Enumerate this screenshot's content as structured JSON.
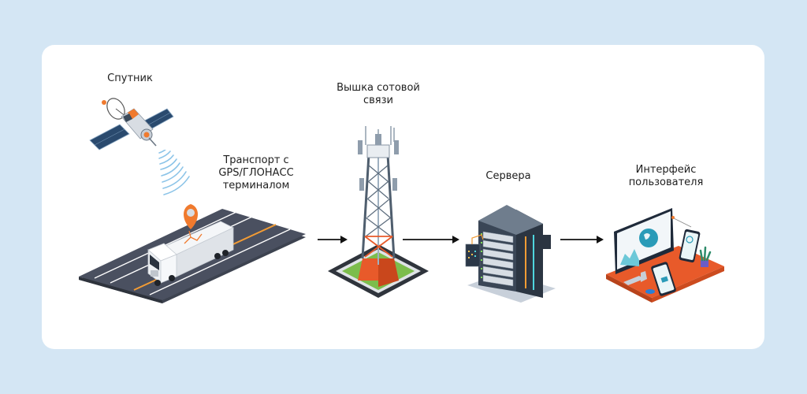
{
  "diagram": {
    "nodes": [
      {
        "id": "satellite",
        "label_lines": [
          "Спутник"
        ],
        "icon": "satellite-icon"
      },
      {
        "id": "vehicle",
        "label_lines": [
          "Транспорт с",
          "GPS/ГЛОНАСС",
          "терминалом"
        ],
        "icon": "truck-icon"
      },
      {
        "id": "tower",
        "label_lines": [
          "Вышка сотовой",
          "связи"
        ],
        "icon": "cell-tower-icon"
      },
      {
        "id": "server",
        "label_lines": [
          "Сервера"
        ],
        "icon": "server-rack-icon"
      },
      {
        "id": "ui",
        "label_lines": [
          "Интерфейс",
          "пользователя"
        ],
        "icon": "devices-icon"
      }
    ],
    "edges": [
      {
        "from": "satellite",
        "to": "vehicle",
        "style": "signal-waves"
      },
      {
        "from": "vehicle",
        "to": "tower",
        "style": "arrow"
      },
      {
        "from": "tower",
        "to": "server",
        "style": "arrow"
      },
      {
        "from": "server",
        "to": "ui",
        "style": "arrow"
      }
    ]
  },
  "colors": {
    "background": "#d4e6f4",
    "card": "#ffffff",
    "accent_orange": "#f07a2e",
    "signal_blue": "#8cc4e8",
    "text": "#1e1e1e"
  }
}
